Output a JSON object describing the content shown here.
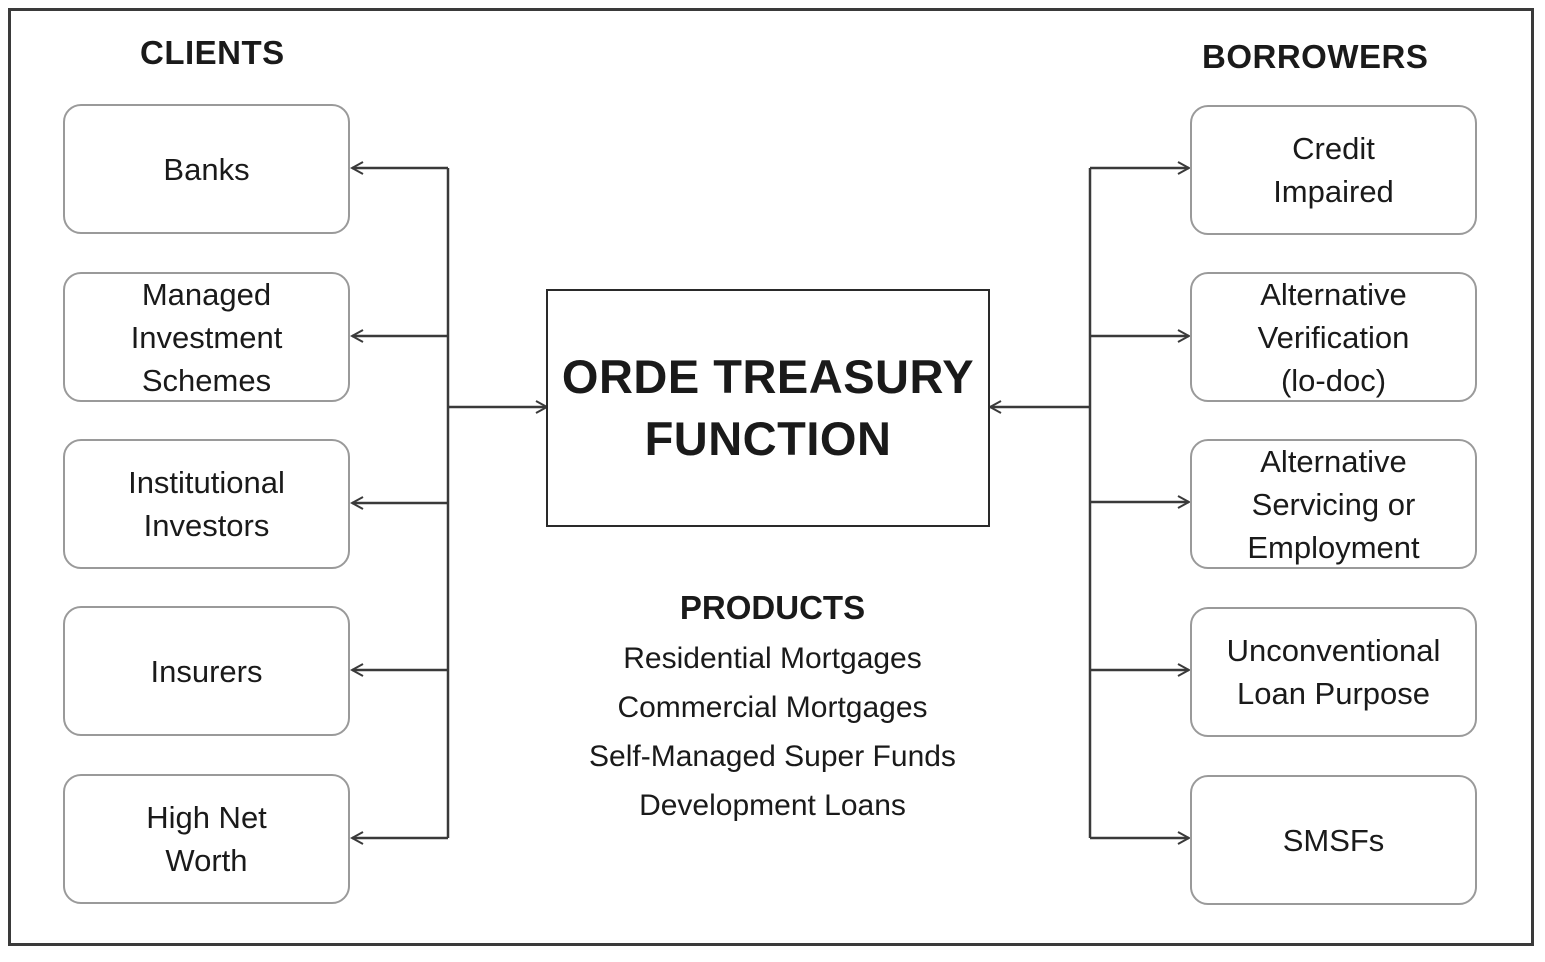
{
  "clients": {
    "heading": "CLIENTS",
    "items": [
      {
        "label": "Banks"
      },
      {
        "label": "Managed\nInvestment\nSchemes"
      },
      {
        "label": "Institutional\nInvestors"
      },
      {
        "label": "Insurers"
      },
      {
        "label": "High Net\nWorth"
      }
    ]
  },
  "borrowers": {
    "heading": "BORROWERS",
    "items": [
      {
        "label": "Credit\nImpaired"
      },
      {
        "label": "Alternative\nVerification\n(lo-doc)"
      },
      {
        "label": "Alternative\nServicing or\nEmployment"
      },
      {
        "label": "Unconventional\nLoan Purpose"
      },
      {
        "label": "SMSFs"
      }
    ]
  },
  "center": {
    "label": "ORDE TREASURY\nFUNCTION"
  },
  "products": {
    "heading": "PRODUCTS",
    "items": [
      "Residential Mortgages",
      "Commercial Mortgages",
      "Self-Managed Super Funds",
      "Development Loans"
    ]
  },
  "colors": {
    "line": "#3a3a3a",
    "box_border": "#9a9a9a",
    "text": "#1a1a1a"
  }
}
